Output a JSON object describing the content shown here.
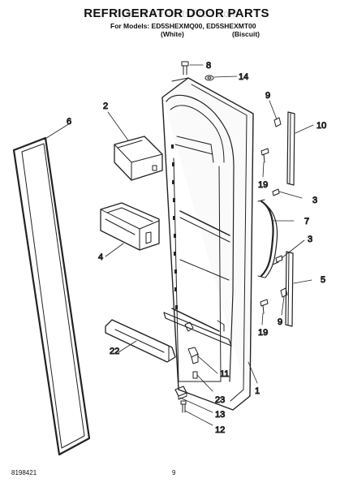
{
  "header": {
    "title": "REFRIGERATOR DOOR PARTS",
    "watermark": "AppliancePartsPros.com",
    "models_line": "For Models: ED5SHEXMQ00, ED5SHEXMT00",
    "variant_white": "(White)",
    "variant_biscuit": "(Biscuit)"
  },
  "footer": {
    "doc_number": "8198421",
    "page_number": "9"
  },
  "callouts": {
    "p8": "8",
    "p14": "14",
    "p9a": "9",
    "p10": "10",
    "p2": "2",
    "p6": "6",
    "p19a": "19",
    "p3a": "3",
    "p7": "7",
    "p3b": "3",
    "p4": "4",
    "p5": "5",
    "p9b": "9",
    "p19b": "19",
    "p22": "22",
    "p11": "11",
    "p23": "23",
    "p1": "1",
    "p13": "13",
    "p12": "12"
  }
}
